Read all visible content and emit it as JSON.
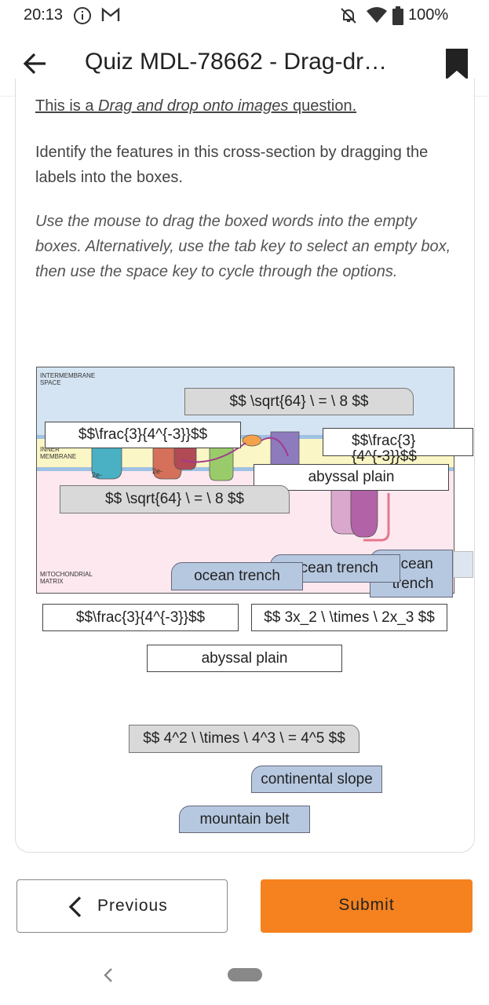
{
  "status": {
    "time": "20:13",
    "battery": "100%",
    "icons": [
      "info-icon",
      "gmail-icon",
      "mute-icon",
      "wifi-icon",
      "battery-icon"
    ]
  },
  "app_bar": {
    "title": "Quiz MDL-78662 - Drag-dr…",
    "back_icon": "back-arrow-icon",
    "bookmark_icon": "bookmark-icon"
  },
  "question": {
    "type_prefix": "This is a ",
    "type_link": "Drag and drop onto images",
    "type_suffix": " question.",
    "text": "Identify the features in this cross-section by dragging the labels into the boxes.",
    "instructions": "Use the mouse to drag the boxed words into the empty boxes. Alternatively, use the tab key to select an empty box, then use the space key to cycle through the options."
  },
  "diagram": {
    "label_intermembrane": "INTERMEMBRANE SPACE",
    "label_inner_membrane": "INNER MEMBRANE",
    "label_matrix": "MITOCHONDRIAL MATRIX",
    "electron_label": "2e-"
  },
  "placed_items": {
    "sqrt_top": "$$ \\sqrt{64} \\ = \\ 8 $$",
    "frac_left": "$$\\frac{3}{4^{-3}}$$",
    "frac_right": "$$\\frac{3}{4^{-3}}$$",
    "abyssal_diag": "abyssal plain",
    "sqrt_mid": "$$ \\sqrt{64} \\ = \\ 8 $$",
    "ocean_a": "ocean trench",
    "ocean_b": "ocean trench",
    "ocean_c": "ocean trench"
  },
  "drop_zones": {
    "frac_below": "$$\\frac{3}{4^{-3}}$$",
    "product_below": "$$ 3x_2 \\ \\times \\ 2x_3 $$",
    "abyssal_below": "abyssal plain"
  },
  "drag_items": {
    "power": "$$ 4^2 \\ \\times \\ 4^3 \\ = 4^5 $$",
    "continental": "continental slope",
    "mountain": "mountain belt"
  },
  "buttons": {
    "previous": "Previous",
    "submit": "Submit"
  },
  "colors": {
    "submit": "#f5821f",
    "drag_blue": "#b6c8e0",
    "drag_gray": "#d9d9d9"
  }
}
